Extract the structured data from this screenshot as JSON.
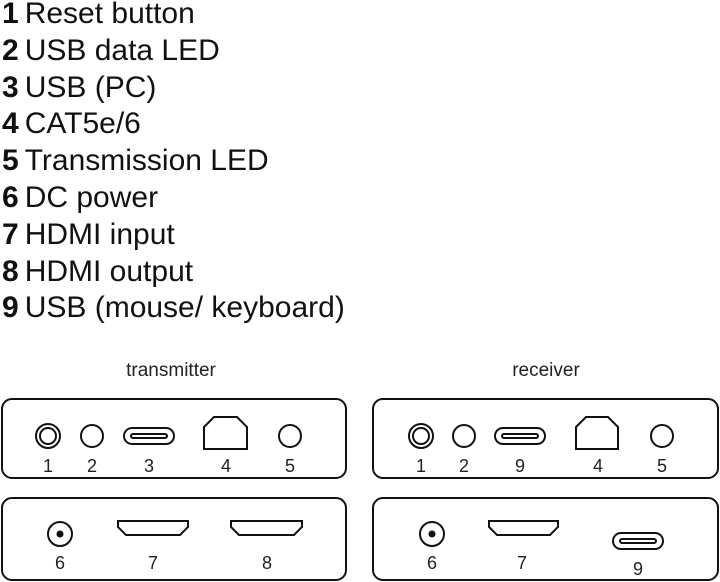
{
  "legend": [
    {
      "num": "1",
      "text": "Reset button"
    },
    {
      "num": "2",
      "text": "USB data LED"
    },
    {
      "num": "3",
      "text": "USB (PC)"
    },
    {
      "num": "4",
      "text": "CAT5e/6"
    },
    {
      "num": "5",
      "text": "Transmission LED"
    },
    {
      "num": "6",
      "text": "DC power"
    },
    {
      "num": "7",
      "text": "HDMI input"
    },
    {
      "num": "8",
      "text": "HDMI output"
    },
    {
      "num": "9",
      "text": "USB (mouse/ keyboard)"
    }
  ],
  "transmitter": {
    "title": "transmitter",
    "front_labels": [
      "1",
      "2",
      "3",
      "4",
      "5"
    ],
    "back_labels": [
      "6",
      "7",
      "8"
    ]
  },
  "receiver": {
    "title": "receiver",
    "front_labels": [
      "1",
      "2",
      "9",
      "4",
      "5"
    ],
    "back_labels": [
      "6",
      "7",
      "9"
    ]
  }
}
